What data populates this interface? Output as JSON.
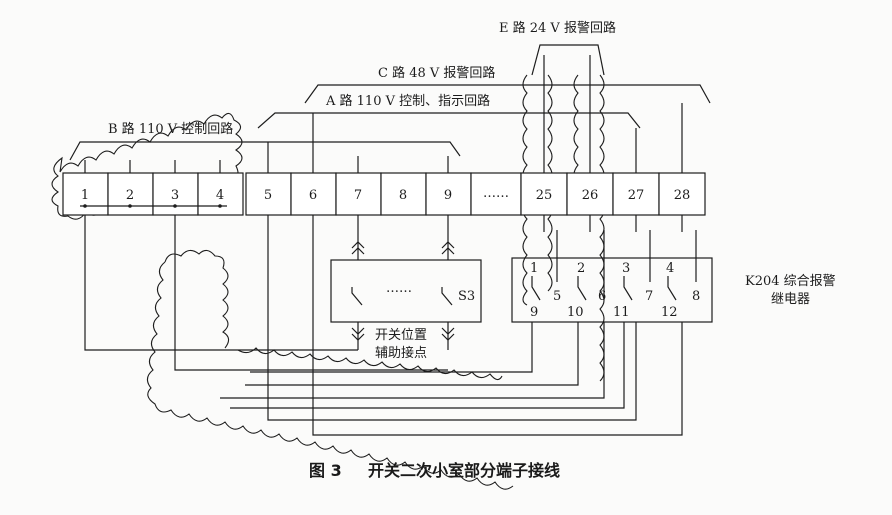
{
  "labels": {
    "e_circuit": "E 路 24 V 报警回路",
    "c_circuit": "C 路 48 V 报警回路",
    "a_circuit": "A 路 110 V 控制、指示回路",
    "b_circuit": "B 路 110 V 控制回路",
    "s3": "S3",
    "switch_dots": "……",
    "switch_aux_line1": "开关位置",
    "switch_aux_line2": "辅助接点",
    "relay_line1": "K204 综合报警",
    "relay_line2": "继电器"
  },
  "terminals": [
    "1",
    "2",
    "3",
    "4",
    "5",
    "6",
    "7",
    "8",
    "9",
    "……",
    "25",
    "26",
    "27",
    "28"
  ],
  "relay_pins": [
    "1",
    "2",
    "3",
    "4",
    "5",
    "6",
    "7",
    "8",
    "9",
    "10",
    "11",
    "12"
  ],
  "caption": {
    "figure": "图 3",
    "title": "开关二次小室部分端子接线"
  }
}
